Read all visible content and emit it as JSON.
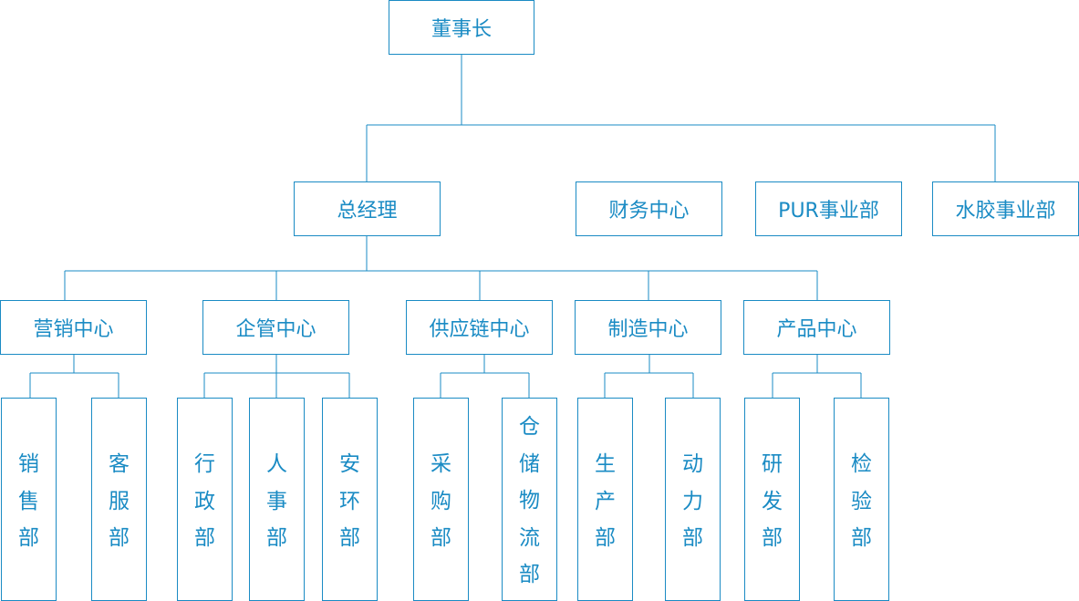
{
  "org": {
    "chairman": "董事长",
    "gm": "总经理",
    "finance": "财务中心",
    "pur": "PUR事业部",
    "glue": "水胶事业部",
    "marketing": {
      "label": "营销中心",
      "sales": "销售部",
      "service": "客服部"
    },
    "admin": {
      "label": "企管中心",
      "admin_dept": "行政部",
      "hr": "人事部",
      "ehs": "安环部"
    },
    "supply": {
      "label": "供应链中心",
      "purchasing": "采购部",
      "logistics": "仓储物流部"
    },
    "manufacturing": {
      "label": "制造中心",
      "production": "生产部",
      "power": "动力部"
    },
    "product": {
      "label": "产品中心",
      "rd": "研发部",
      "qc": "检验部"
    }
  },
  "colors": {
    "line": "#1a8bc4",
    "text": "#1a8bc4",
    "background": "#ffffff"
  }
}
